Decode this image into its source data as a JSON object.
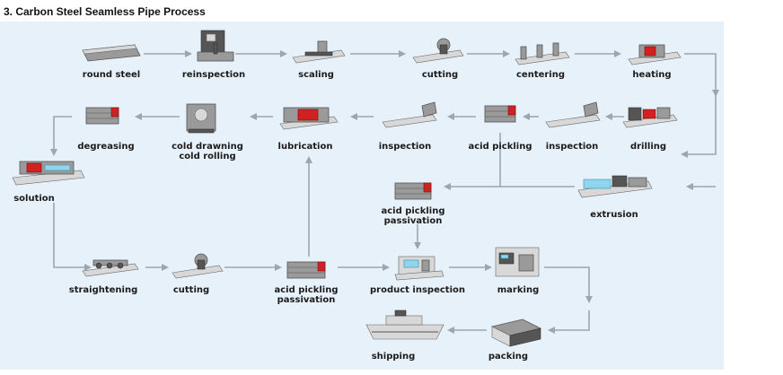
{
  "title": "3. Carbon Steel Seamless Pipe Process",
  "steps": {
    "round_steel": "round steel",
    "reinspection": "reinspection",
    "scaling": "scaling",
    "cutting_1": "cutting",
    "centering": "centering",
    "heating": "heating",
    "degreasing": "degreasing",
    "cold_drawing": "cold drawning",
    "cold_rolling": "cold rolling",
    "lubrication": "lubrication",
    "inspection_1": "inspection",
    "acid_pickling_1": "acid pickling",
    "inspection_2": "inspection",
    "drilling": "drilling",
    "solution": "solution",
    "acid_pickling_2": "acid pickling",
    "passivation_2": "passivation",
    "extrusion": "extrusion",
    "straightening": "straightening",
    "cutting_2": "cutting",
    "acid_pickling_3": "acid pickling",
    "passivation_3": "passivation",
    "product_inspection": "product inspection",
    "marking": "marking",
    "shipping": "shipping",
    "packing": "packing"
  },
  "colors": {
    "panel_background": "#e7f1f9",
    "flow_arrow": "#9aa6b0",
    "accent_red": "#d32020",
    "accent_cyan": "#8fd6ec"
  }
}
